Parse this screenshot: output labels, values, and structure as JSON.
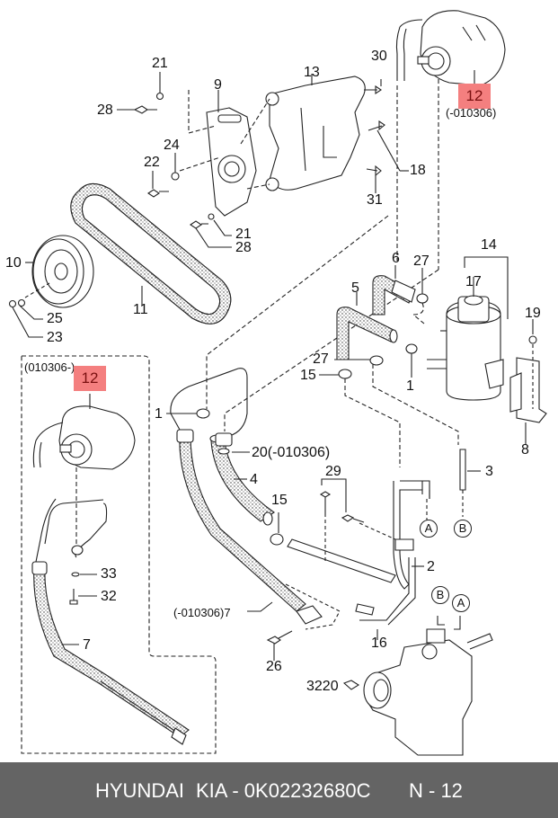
{
  "footer": {
    "brand": "HYUNDAI",
    "make_part": "KIA - 0K02232680C",
    "page": "N - 12"
  },
  "highlight": {
    "part_number": "12",
    "color": "#f47f7f"
  },
  "groups": {
    "inset_range": "(010306-)",
    "pump_top_range": "(-010306)"
  },
  "callouts": {
    "c21a": "21",
    "c28a": "28",
    "c9": "9",
    "c13": "13",
    "c30": "30",
    "c12top": "12",
    "c12top_range": "(-010306)",
    "c24": "24",
    "c22": "22",
    "c18": "18",
    "c31": "31",
    "c21b": "21",
    "c28b": "28",
    "c10": "10",
    "c11": "11",
    "c25": "25",
    "c23": "23",
    "c6": "6",
    "c27a": "27",
    "c14": "14",
    "c17": "17",
    "c5": "5",
    "c19": "19",
    "c27b": "27",
    "c15a": "15",
    "c1a": "1",
    "c8": "8",
    "c12inset": "12",
    "c1b": "1",
    "c20": "20(-010306)",
    "c4": "4",
    "c3": "3",
    "c29": "29",
    "c15b": "15",
    "cA1": "A",
    "cB1": "B",
    "c2": "2",
    "c33": "33",
    "c32": "32",
    "c7a": "(-010306)7",
    "c7b": "7",
    "cB2": "B",
    "cA2": "A",
    "c16": "16",
    "c26": "26",
    "c3220": "3220"
  }
}
